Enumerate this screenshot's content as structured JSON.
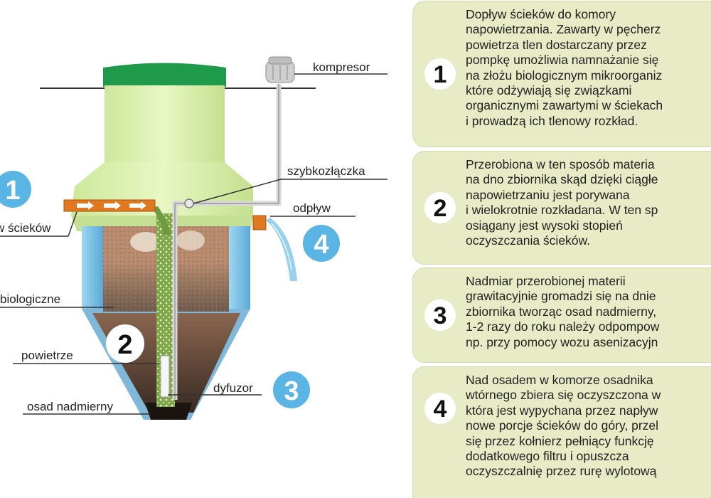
{
  "labels": {
    "kompresor": "kompresor",
    "szybkozlaczka": "szybkozłączka",
    "odplyw": "odpływ",
    "dopływ": "w ścieków",
    "zloze": "biologiczne",
    "powietrze": "powietrze",
    "dyfuzor": "dyfuzor",
    "osad": "osad nadmierny"
  },
  "badges": [
    "1",
    "2",
    "3",
    "4"
  ],
  "steps": [
    {
      "number": "1",
      "lines": [
        "Dopływ ścieków do komory",
        "napowietrzania. Zawarty w pęcherz",
        "powietrza tlen dostarczany przez",
        "pompkę umożliwia namnażanie się",
        "na złożu biologicznym mikroorganiz",
        "które odżywiają się związkami",
        "organicznymi zawartymi w ściekach",
        "i prowadzą ich tlenowy rozkład."
      ]
    },
    {
      "number": "2",
      "lines": [
        "Przerobiona w ten sposób materia",
        "na dno zbiornika skąd dzięki ciągłe",
        "napowietrzaniu jest porywana",
        "i wielokrotnie rozkładana. W ten sp",
        "osiągany jest wysoki stopień",
        "oczyszczania ścieków."
      ]
    },
    {
      "number": "3",
      "lines": [
        "Nadmiar przerobionej materii",
        "grawitacyjnie gromadzi się na dnie",
        "zbiornika tworząc osad nadmierny,",
        "1-2 razy do roku należy odpompow",
        "np. przy pomocy wozu asenizacyjn"
      ]
    },
    {
      "number": "4",
      "lines": [
        "Nad osadem w komorze osadnika",
        "wtórnego zbiera się oczyszczona w",
        "która jest wypychana przez napływ",
        "nowe porcje ścieków do góry, przel",
        "się przez kołnierz pełniący funkcję",
        "dodatkowego filtru i opuszcza",
        "oczyszczalnię przez rurę wylotową"
      ]
    }
  ],
  "colors": {
    "tank_light_green": "#d9f0a8",
    "lid_green": "#1f9a4a",
    "badge_blue": "#5ab4e4",
    "panel_bg": "#e8ecc6",
    "inlet_orange": "#e07820",
    "media_brown": "#a0795f",
    "water_blue": "#7ec6e8"
  }
}
